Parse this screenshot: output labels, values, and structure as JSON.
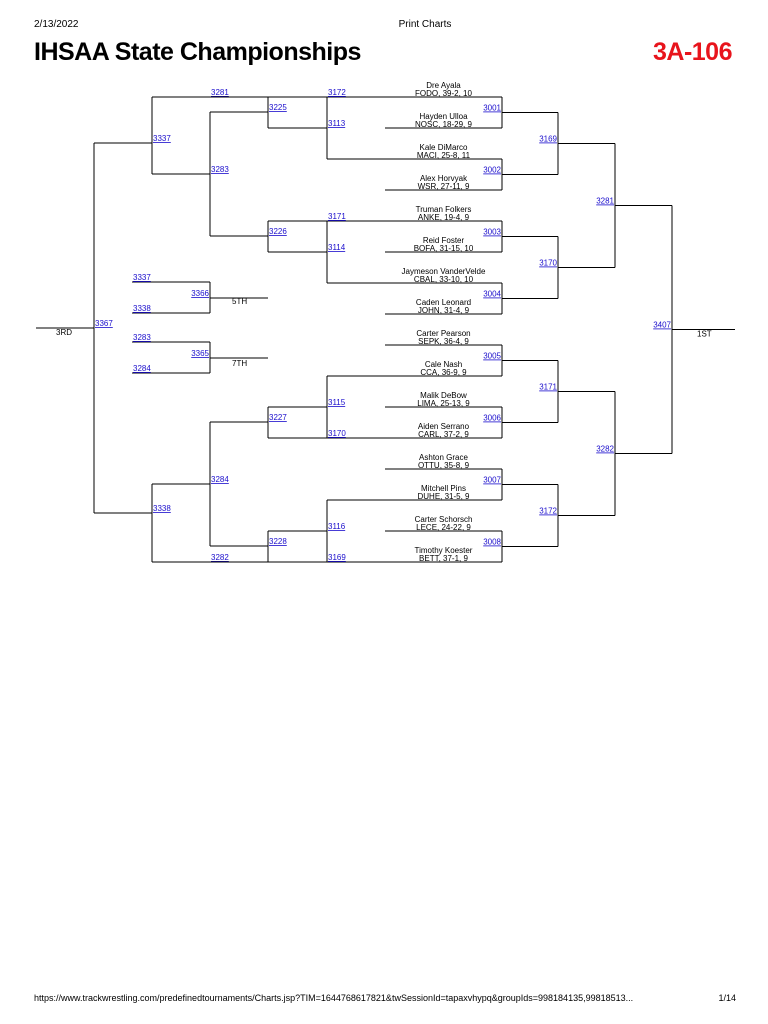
{
  "header": {
    "date": "2/13/2022",
    "page_title": "Print Charts"
  },
  "title": "IHSAA State Championships",
  "weight_class": "3A-106",
  "accent_color": "#e8141c",
  "link_color": "#1a0dcc",
  "bracket": {
    "championship": [
      {
        "bout": "3001",
        "top": {
          "name": "Dre Ayala",
          "info": "FODO, 39-2, 10"
        },
        "bottom": {
          "name": "Hayden Ulloa",
          "info": "NOSC, 18-29, 9"
        }
      },
      {
        "bout": "3002",
        "top": {
          "name": "Kale DiMarco",
          "info": "MACI, 25-8, 11"
        },
        "bottom": {
          "name": "Alex Horvyak",
          "info": "WSR, 27-11, 9"
        }
      },
      {
        "bout": "3003",
        "top": {
          "name": "Truman Folkers",
          "info": "ANKE, 19-4, 9"
        },
        "bottom": {
          "name": "Reid Foster",
          "info": "BOFA, 31-15, 10"
        }
      },
      {
        "bout": "3004",
        "top": {
          "name": "Jaymeson VanderVelde",
          "info": "CBAL, 33-10, 10"
        },
        "bottom": {
          "name": "Caden Leonard",
          "info": "JOHN, 31-4, 9"
        }
      },
      {
        "bout": "3005",
        "top": {
          "name": "Carter Pearson",
          "info": "SEPK, 36-4, 9"
        },
        "bottom": {
          "name": "Cale Nash",
          "info": "CCA, 36-9, 9"
        }
      },
      {
        "bout": "3006",
        "top": {
          "name": "Malik DeBow",
          "info": "LIMA, 25-13, 9"
        },
        "bottom": {
          "name": "Aiden Serrano",
          "info": "CARL, 37-2, 9"
        }
      },
      {
        "bout": "3007",
        "top": {
          "name": "Ashton Grace",
          "info": "OTTU, 35-8, 9"
        },
        "bottom": {
          "name": "Mitchell Pins",
          "info": "DUHE, 31-5, 9"
        }
      },
      {
        "bout": "3008",
        "top": {
          "name": "Carter Schorsch",
          "info": "LECE, 24-22, 9"
        },
        "bottom": {
          "name": "Timothy Koester",
          "info": "BETT, 37-1, 9"
        }
      }
    ],
    "quarterfinals": [
      "3169",
      "3170",
      "3171",
      "3172"
    ],
    "semifinals": [
      "3281",
      "3282"
    ],
    "final": {
      "bout": "3407",
      "place": "1ST"
    },
    "consolation": {
      "r1": [
        {
          "bout": "3113",
          "from": "3172"
        },
        {
          "bout": "3114",
          "from": "3171"
        },
        {
          "bout": "3115",
          "from": "3170"
        },
        {
          "bout": "3116",
          "from": "3169"
        }
      ],
      "r2": [
        {
          "bout": "3225",
          "from": "3281"
        },
        {
          "bout": "3226",
          "from": null
        },
        {
          "bout": "3227",
          "from": null
        },
        {
          "bout": "3228",
          "from": "3282"
        }
      ],
      "r3": [
        "3283",
        "3284"
      ],
      "semis": [
        "3337",
        "3338"
      ],
      "third": {
        "bout": "3367",
        "place": "3RD"
      },
      "fifth": {
        "bout": "3366",
        "in_top": "3337",
        "in_bottom": "3338",
        "place": "5TH"
      },
      "seventh": {
        "bout": "3365",
        "in_top": "3283",
        "in_bottom": "3284",
        "place": "7TH"
      }
    }
  },
  "footer": {
    "url": "https://www.trackwrestling.com/predefinedtournaments/Charts.jsp?TIM=1644768617821&twSessionId=tapaxvhypq&groupIds=998184135,99818513...",
    "page": "1/14"
  }
}
